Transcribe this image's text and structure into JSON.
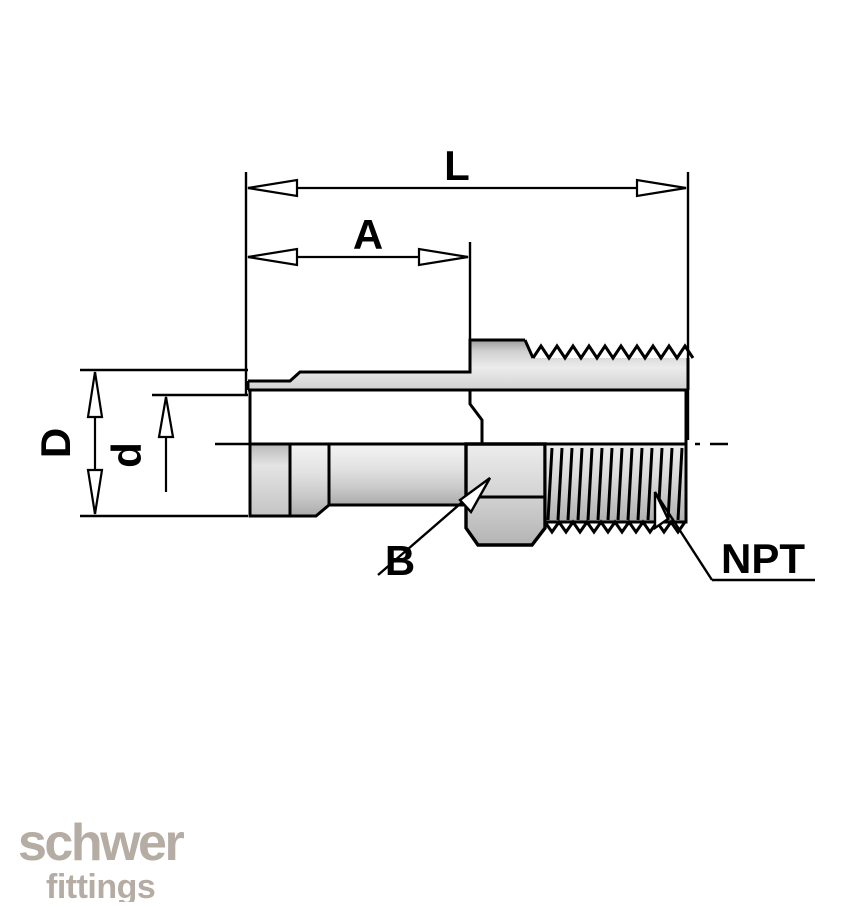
{
  "document": {
    "type": "technical-drawing",
    "title": "Male Connector NPT — Dimensioned Cross-Section Drawing",
    "background_color": "#ffffff",
    "line_color": "#000000",
    "metal_light": "#f2f2f2",
    "metal_mid": "#d9d9d9",
    "metal_dark": "#b8b8b8",
    "logo_color": "#b5aca3"
  },
  "dimensions": {
    "length_label": "L",
    "shoulder_label": "A",
    "outer_diameter_label": "D",
    "inner_diameter_label": "d",
    "hex_label": "B",
    "thread_label": "NPT"
  },
  "callouts": [
    {
      "name": "hex-flats-callout",
      "label": "B"
    },
    {
      "name": "npt-thread-callout",
      "label": "NPT"
    }
  ],
  "dimension_lines": [
    {
      "name": "overall-length",
      "label": "L",
      "orientation": "horizontal",
      "arrows": "both"
    },
    {
      "name": "thread-start-distance",
      "label": "A",
      "orientation": "horizontal",
      "arrows": "both"
    },
    {
      "name": "outer-diameter",
      "label": "D",
      "orientation": "vertical",
      "arrows": "both"
    },
    {
      "name": "bore-diameter",
      "label": "d",
      "orientation": "vertical",
      "arrows": "single"
    }
  ],
  "logo": {
    "wordmark": "schwer",
    "tagline": "fittings"
  }
}
